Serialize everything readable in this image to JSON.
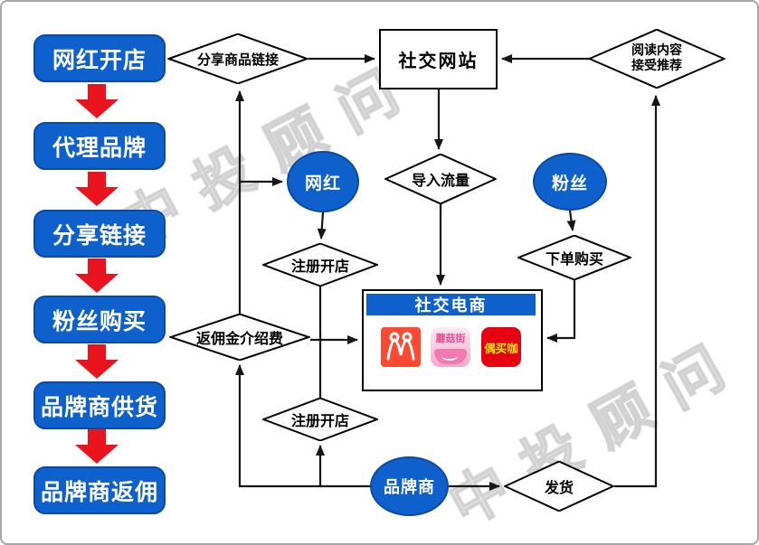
{
  "watermark": {
    "text": "中投顾问",
    "color": "#cccccc"
  },
  "left_flow": {
    "box_color": "#0e60cd",
    "arrow_color": "#e9141d",
    "steps": [
      {
        "label": "网红开店"
      },
      {
        "label": "代理品牌"
      },
      {
        "label": "分享链接"
      },
      {
        "label": "粉丝购买"
      },
      {
        "label": "品牌商供货"
      },
      {
        "label": "品牌商返佣"
      }
    ]
  },
  "flowchart": {
    "share_product_link": "分享商品链接",
    "social_site": "社交网站",
    "read_content": {
      "line1": "阅读内容",
      "line2": "接受推荐"
    },
    "influencer": "网红",
    "import_traffic": "导入流量",
    "fans": "粉丝",
    "register_store_upper": "注册开店",
    "order_purchase": "下单购买",
    "rebate_fee": "返佣金介绍费",
    "register_store_lower": "注册开店",
    "brand_merchant": "品牌商",
    "ship_goods": "发货",
    "social_ecommerce": {
      "title": "社交电商",
      "apps": [
        {
          "name": "meilishuo-icon",
          "label": ""
        },
        {
          "name": "mogujie-icon",
          "label": "蘑菇街"
        },
        {
          "name": "oumaika-icon",
          "label": "偶买咖"
        }
      ]
    }
  }
}
